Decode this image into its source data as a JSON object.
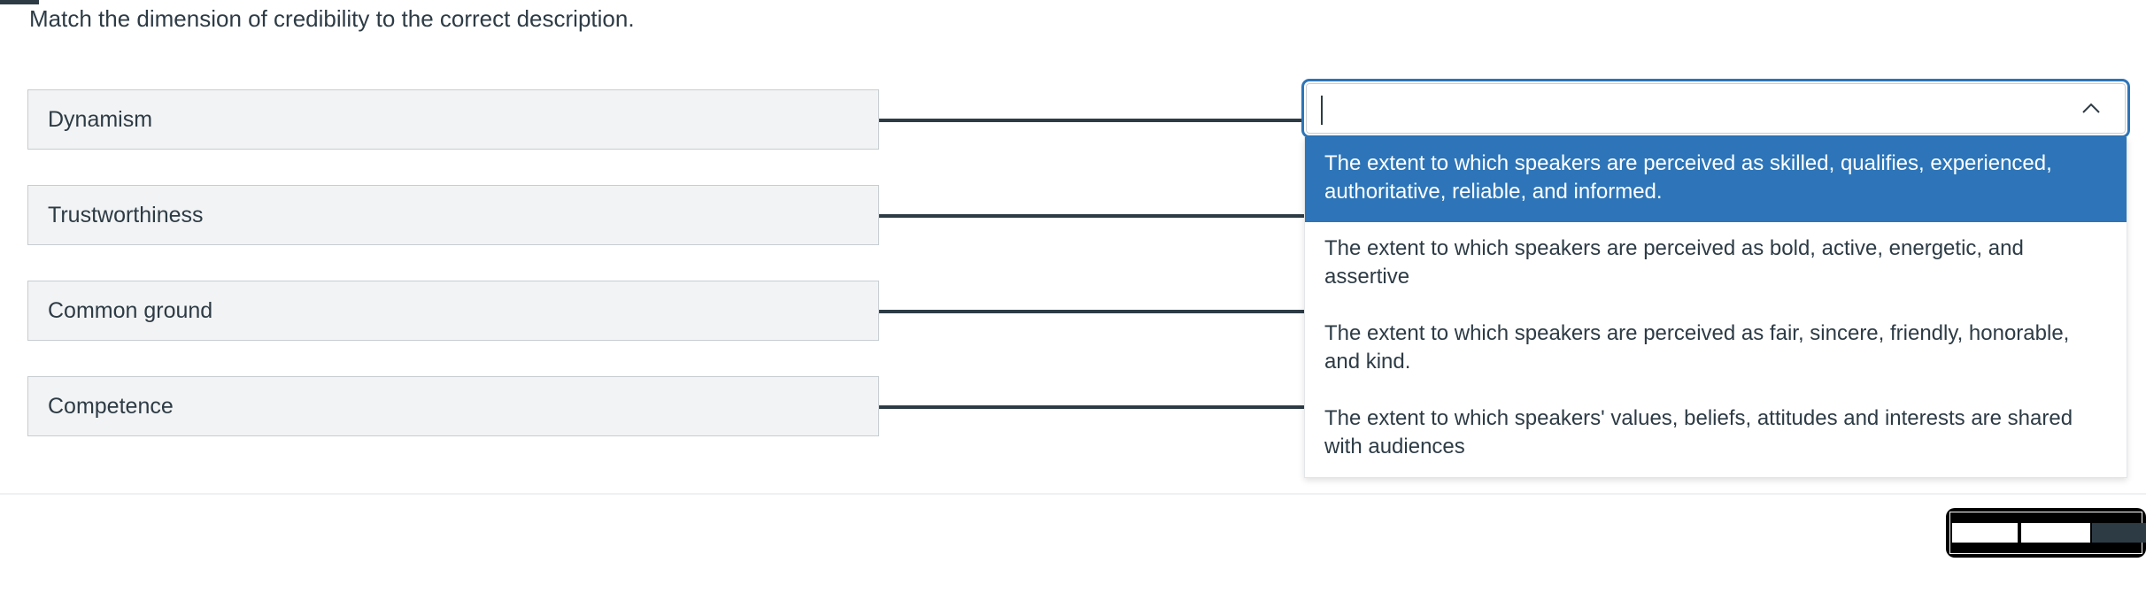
{
  "prompt": "Match the dimension of credibility to the correct description.",
  "left_column": {
    "items": [
      {
        "label": "Dynamism"
      },
      {
        "label": "Trustworthiness"
      },
      {
        "label": "Common ground"
      },
      {
        "label": "Competence"
      }
    ]
  },
  "combobox": {
    "value": "",
    "placeholder": "",
    "expanded": true,
    "chevron_icon": "chevron-up-icon",
    "focus_color": "#2d75b8",
    "options": [
      {
        "text": "The extent to which speakers are perceived as skilled, qualifies, experienced, authoritative, reliable, and informed.",
        "selected": true
      },
      {
        "text": "The extent to which speakers are perceived as bold, active, energetic, and assertive",
        "selected": false
      },
      {
        "text": "The extent to which speakers are perceived as fair, sincere, friendly, honorable, and kind.",
        "selected": false
      },
      {
        "text": "The extent to which speakers' values, beliefs, attitudes and interests are shared with audiences",
        "selected": false
      }
    ]
  },
  "colors": {
    "text": "#2d3b45",
    "box_fill": "#f2f3f4",
    "box_border": "#c7cdd1",
    "highlight": "#2d75b8",
    "connector": "#2d3b45"
  }
}
